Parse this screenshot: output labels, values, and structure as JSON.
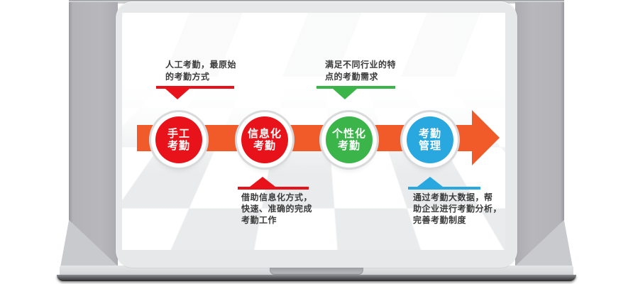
{
  "colors": {
    "red": "#e8131a",
    "green": "#3bb54a",
    "blue": "#29a8df",
    "orange": "#f15a29",
    "annotation_text": "#3b3b3b"
  },
  "diagram": {
    "steps": [
      {
        "name": "manual-attendance",
        "color": "red",
        "lines": [
          "手工",
          "考勤"
        ]
      },
      {
        "name": "informatization-attendance",
        "color": "red",
        "lines": [
          "信息化",
          "考勤"
        ]
      },
      {
        "name": "personalized-attendance",
        "color": "green",
        "lines": [
          "个性化",
          "考勤"
        ]
      },
      {
        "name": "attendance-management",
        "color": "blue",
        "lines": [
          "考勤",
          "管理"
        ]
      }
    ],
    "annotations": {
      "manual": {
        "color": "red",
        "lines": [
          "人工考勤，最原始",
          "的考勤方式"
        ]
      },
      "industry": {
        "color": "green",
        "lines": [
          "满足不同行业的特",
          "点的考勤需求"
        ]
      },
      "info": {
        "color": "red",
        "lines": [
          "借助信息化方式，",
          "快速、准确的完成",
          "考勤工作"
        ]
      },
      "bigdata": {
        "color": "blue",
        "lines": [
          "通过考勤大数据，帮",
          "助企业进行考勤分析，",
          "完善考勤制度"
        ]
      }
    }
  }
}
